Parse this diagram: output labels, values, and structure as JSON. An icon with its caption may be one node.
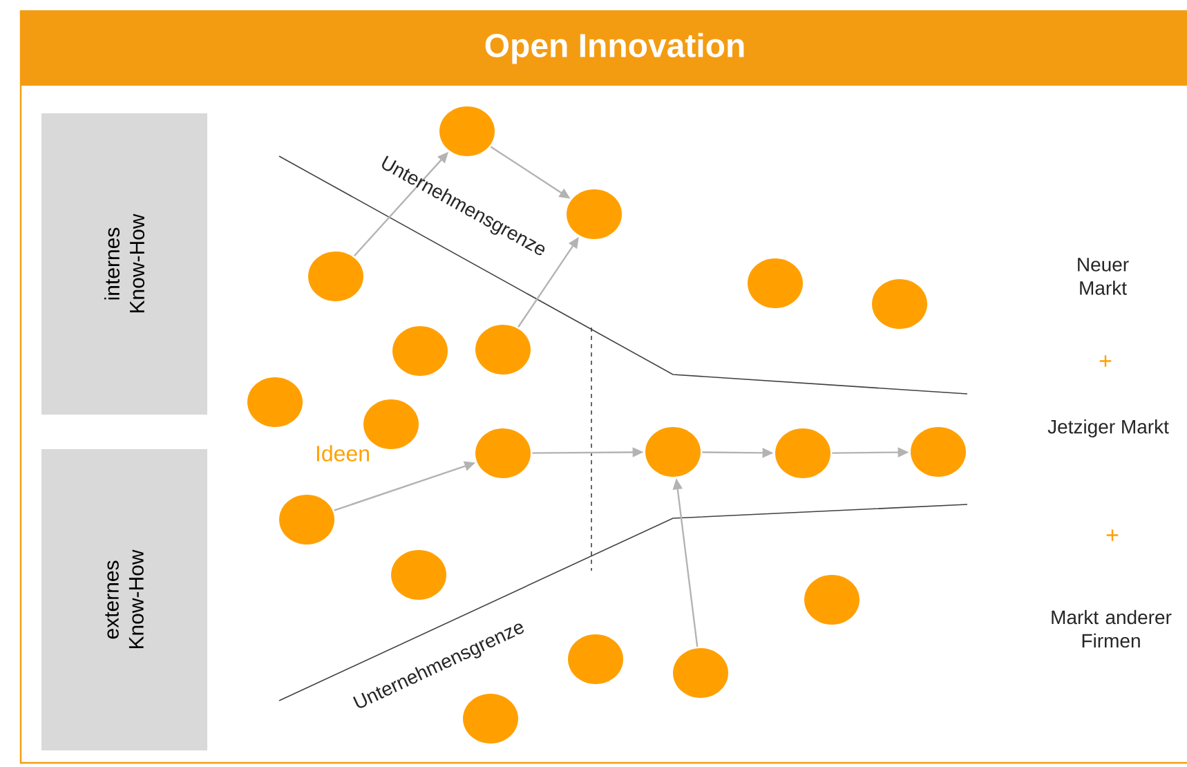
{
  "diagram": {
    "title": "Open Innovation",
    "nodes": [
      {
        "text": [
          "internes Know-How"
        ]
      },
      {
        "text": [
          "externes Know-How"
        ]
      },
      {
        "text": [],
        "shape": "circle"
      },
      {
        "text": [],
        "shape": "circle"
      },
      {
        "text": [],
        "shape": "circle"
      },
      {
        "text": [],
        "shape": "circle"
      },
      {
        "text": [],
        "shape": "circle"
      },
      {
        "text": [],
        "shape": "circle"
      },
      {
        "text": [],
        "shape": "circle"
      },
      {
        "text": [],
        "shape": "circle"
      },
      {
        "text": [],
        "shape": "circle"
      },
      {
        "text": [],
        "shape": "circle"
      },
      {
        "text": [],
        "shape": "circle"
      },
      {
        "text": [],
        "shape": "circle"
      },
      {
        "text": [],
        "shape": "circle"
      },
      {
        "text": [],
        "shape": "circle"
      },
      {
        "text": [],
        "shape": "circle"
      },
      {
        "text": [],
        "shape": "circle"
      },
      {
        "text": [],
        "shape": "circle"
      },
      {
        "text": [],
        "shape": "circle"
      },
      {
        "text": [],
        "shape": "circle"
      }
    ],
    "edges": [
      {
        "from": 4,
        "to": 2,
        "arrow": "to"
      },
      {
        "from": 2,
        "to": 3,
        "arrow": "to"
      },
      {
        "from": 8,
        "to": 3,
        "arrow": "to"
      },
      {
        "from": 15,
        "to": 11,
        "arrow": "to"
      },
      {
        "from": 11,
        "to": 12,
        "arrow": "to"
      },
      {
        "from": 12,
        "to": 13,
        "arrow": "to"
      },
      {
        "from": 13,
        "to": 14,
        "arrow": "to"
      },
      {
        "from": 19,
        "to": 12,
        "arrow": "to"
      }
    ],
    "labels": [
      "Unternehmensgrenze",
      "Neuer Markt",
      "+",
      "Jetziger Markt",
      "Ideen",
      "+",
      "Markt anderer Firmen",
      "Unternehmensgrenze"
    ]
  }
}
